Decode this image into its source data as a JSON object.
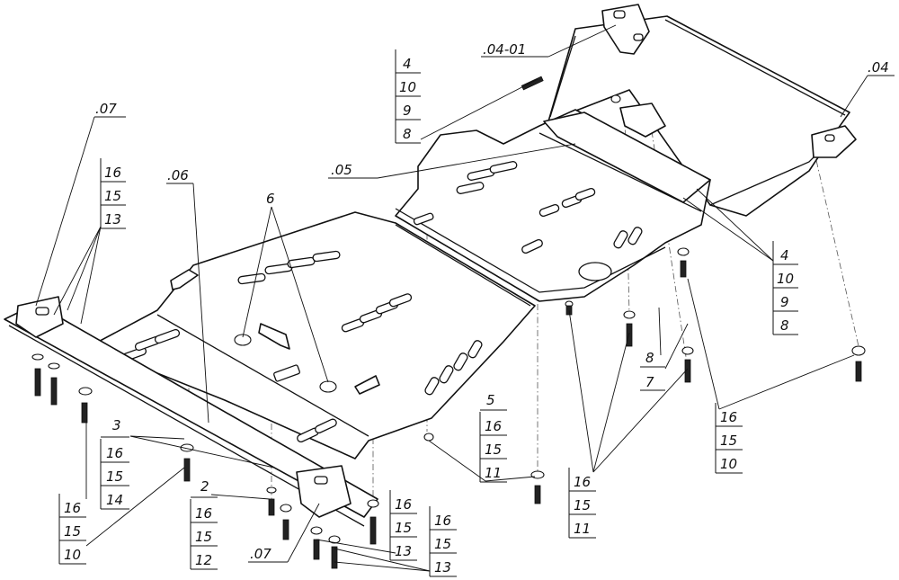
{
  "part_labels": {
    "p0401": ".04-01",
    "p04": ".04",
    "p05": ".05",
    "p06": ".06",
    "p07a": ".07",
    "p07b": ".07",
    "p6": "6",
    "p2": "2",
    "p3": "3",
    "p5": "5",
    "p7": "7",
    "p8": "8"
  },
  "stacks": {
    "s_top": [
      "4",
      "10",
      "9",
      "8"
    ],
    "s_right": [
      "4",
      "10",
      "9",
      "8"
    ],
    "s_leftup": [
      "16",
      "15",
      "13"
    ],
    "s_3": [
      "16",
      "15",
      "14"
    ],
    "s_lower_left": [
      "16",
      "15",
      "10"
    ],
    "s_2": [
      "16",
      "15",
      "12"
    ],
    "s_mid1": [
      "16",
      "15",
      "13"
    ],
    "s_mid2": [
      "16",
      "15",
      "13"
    ],
    "s_5": [
      "16",
      "15",
      "11"
    ],
    "s_center": [
      "16",
      "15",
      "11"
    ],
    "s_far_right": [
      "16",
      "15",
      "10"
    ]
  }
}
